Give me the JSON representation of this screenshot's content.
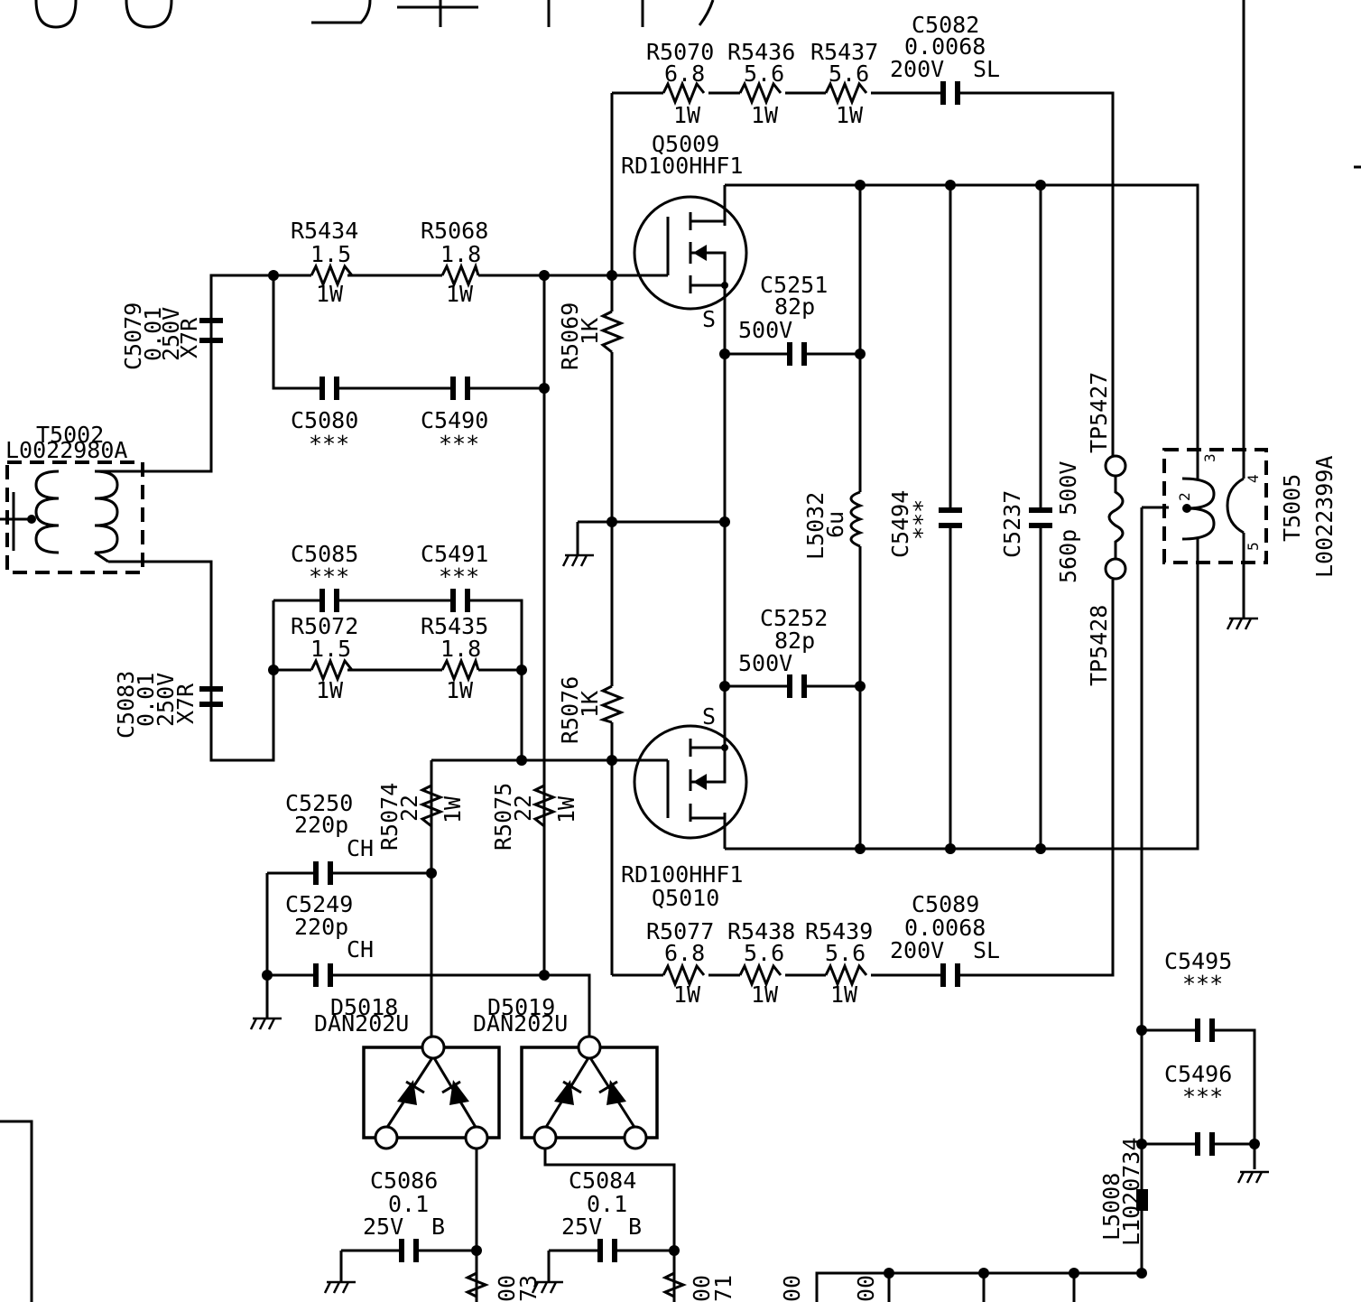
{
  "components": {
    "t5002": {
      "ref": "T5002",
      "part": "L0022980A"
    },
    "t5005": {
      "ref": "T5005",
      "part": "L0022399A",
      "pins": [
        "3",
        "4",
        "2",
        "5"
      ]
    },
    "c5079": {
      "ref": "C5079",
      "value": "0.01",
      "rating": "250V",
      "type": "X7R"
    },
    "c5083": {
      "ref": "C5083",
      "value": "0.01",
      "rating": "250V",
      "type": "X7R"
    },
    "r5434": {
      "ref": "R5434",
      "value": "1.5",
      "power": "1W"
    },
    "r5068": {
      "ref": "R5068",
      "value": "1.8",
      "power": "1W"
    },
    "r5072": {
      "ref": "R5072",
      "value": "1.5",
      "power": "1W"
    },
    "r5435": {
      "ref": "R5435",
      "value": "1.8",
      "power": "1W"
    },
    "c5080": {
      "ref": "C5080",
      "value": "***"
    },
    "c5490": {
      "ref": "C5490",
      "value": "***"
    },
    "c5085": {
      "ref": "C5085",
      "value": "***"
    },
    "c5491": {
      "ref": "C5491",
      "value": "***"
    },
    "r5070": {
      "ref": "R5070",
      "value": "6.8",
      "power": "1W"
    },
    "r5436": {
      "ref": "R5436",
      "value": "5.6",
      "power": "1W"
    },
    "r5437": {
      "ref": "R5437",
      "value": "5.6",
      "power": "1W"
    },
    "c5082": {
      "ref": "C5082",
      "value": "0.0068",
      "rating": "200V",
      "type": "SL"
    },
    "r5077": {
      "ref": "R5077",
      "value": "6.8",
      "power": "1W"
    },
    "r5438": {
      "ref": "R5438",
      "value": "5.6",
      "power": "1W"
    },
    "r5439": {
      "ref": "R5439",
      "value": "5.6",
      "power": "1W"
    },
    "c5089": {
      "ref": "C5089",
      "value": "0.0068",
      "rating": "200V",
      "type": "SL"
    },
    "q5009": {
      "ref": "Q5009",
      "part": "RD100HHF1",
      "pin": "S"
    },
    "q5010": {
      "ref": "Q5010",
      "part": "RD100HHF1",
      "pin": "S"
    },
    "r5069": {
      "ref": "R5069",
      "value": "1K"
    },
    "r5076": {
      "ref": "R5076",
      "value": "1K"
    },
    "c5251": {
      "ref": "C5251",
      "value": "82p",
      "rating": "500V"
    },
    "c5252": {
      "ref": "C5252",
      "value": "82p",
      "rating": "500V"
    },
    "l5032": {
      "ref": "L5032",
      "value": "6u"
    },
    "c5494": {
      "ref": "C5494",
      "value": "***"
    },
    "c5237": {
      "ref": "C5237",
      "value": "560p 500V"
    },
    "tp5427": {
      "ref": "TP5427"
    },
    "tp5428": {
      "ref": "TP5428"
    },
    "r5074": {
      "ref": "R5074",
      "value": "22",
      "power": "1W"
    },
    "r5075": {
      "ref": "R5075",
      "value": "22",
      "power": "1W"
    },
    "c5250": {
      "ref": "C5250",
      "value": "220p",
      "type": "CH"
    },
    "c5249": {
      "ref": "C5249",
      "value": "220p",
      "type": "CH"
    },
    "d5018": {
      "ref": "D5018",
      "part": "DAN202U"
    },
    "d5019": {
      "ref": "D5019",
      "part": "DAN202U"
    },
    "c5086": {
      "ref": "C5086",
      "value": "0.1",
      "rating": "25V",
      "type": "B"
    },
    "c5084": {
      "ref": "C5084",
      "value": "0.1",
      "rating": "25V",
      "type": "B"
    },
    "c5495": {
      "ref": "C5495",
      "value": "***"
    },
    "c5496": {
      "ref": "C5496",
      "value": "***"
    },
    "l5008": {
      "ref": "L5008",
      "part": "L1020734"
    }
  },
  "edge_labels": {
    "left_bottom_a": "73",
    "left_bottom_b": "00",
    "right_bottom_a": "71",
    "right_bottom_b": "00",
    "far_right_a": "00",
    "far_right_b": "00"
  }
}
